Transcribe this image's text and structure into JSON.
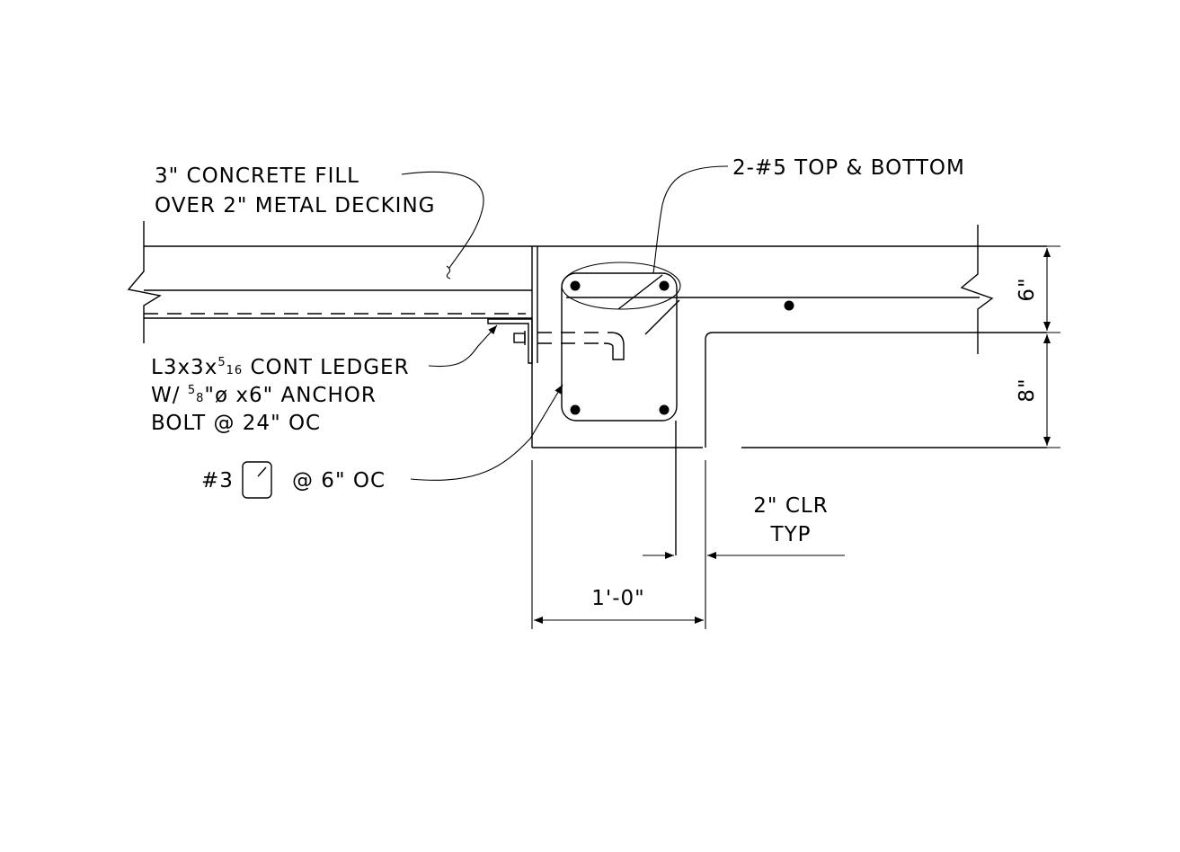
{
  "labels": {
    "concrete_fill_line1": "3\" CONCRETE FILL",
    "concrete_fill_line2": "OVER 2\" METAL DECKING",
    "top_bottom_bars": "2-#5 TOP & BOTTOM",
    "ledger_line1_prefix": "L3x3x",
    "ledger_line1_num": "5",
    "ledger_line1_den": "16",
    "ledger_line1_suffix": " CONT LEDGER",
    "ledger_line2_prefix": "W/ ",
    "ledger_line2_num": "5",
    "ledger_line2_den": "8",
    "ledger_line2_suffix": "\"ø x6\" ANCHOR",
    "ledger_line3": "BOLT @ 24\" OC",
    "stirrup_prefix": "#3",
    "stirrup_suffix": "@ 6\" OC",
    "clear_cover_line1": "2\" CLR",
    "clear_cover_line2": "TYP",
    "beam_width": "1'-0\"",
    "slab_depth": "6\"",
    "beam_drop": "8\""
  }
}
